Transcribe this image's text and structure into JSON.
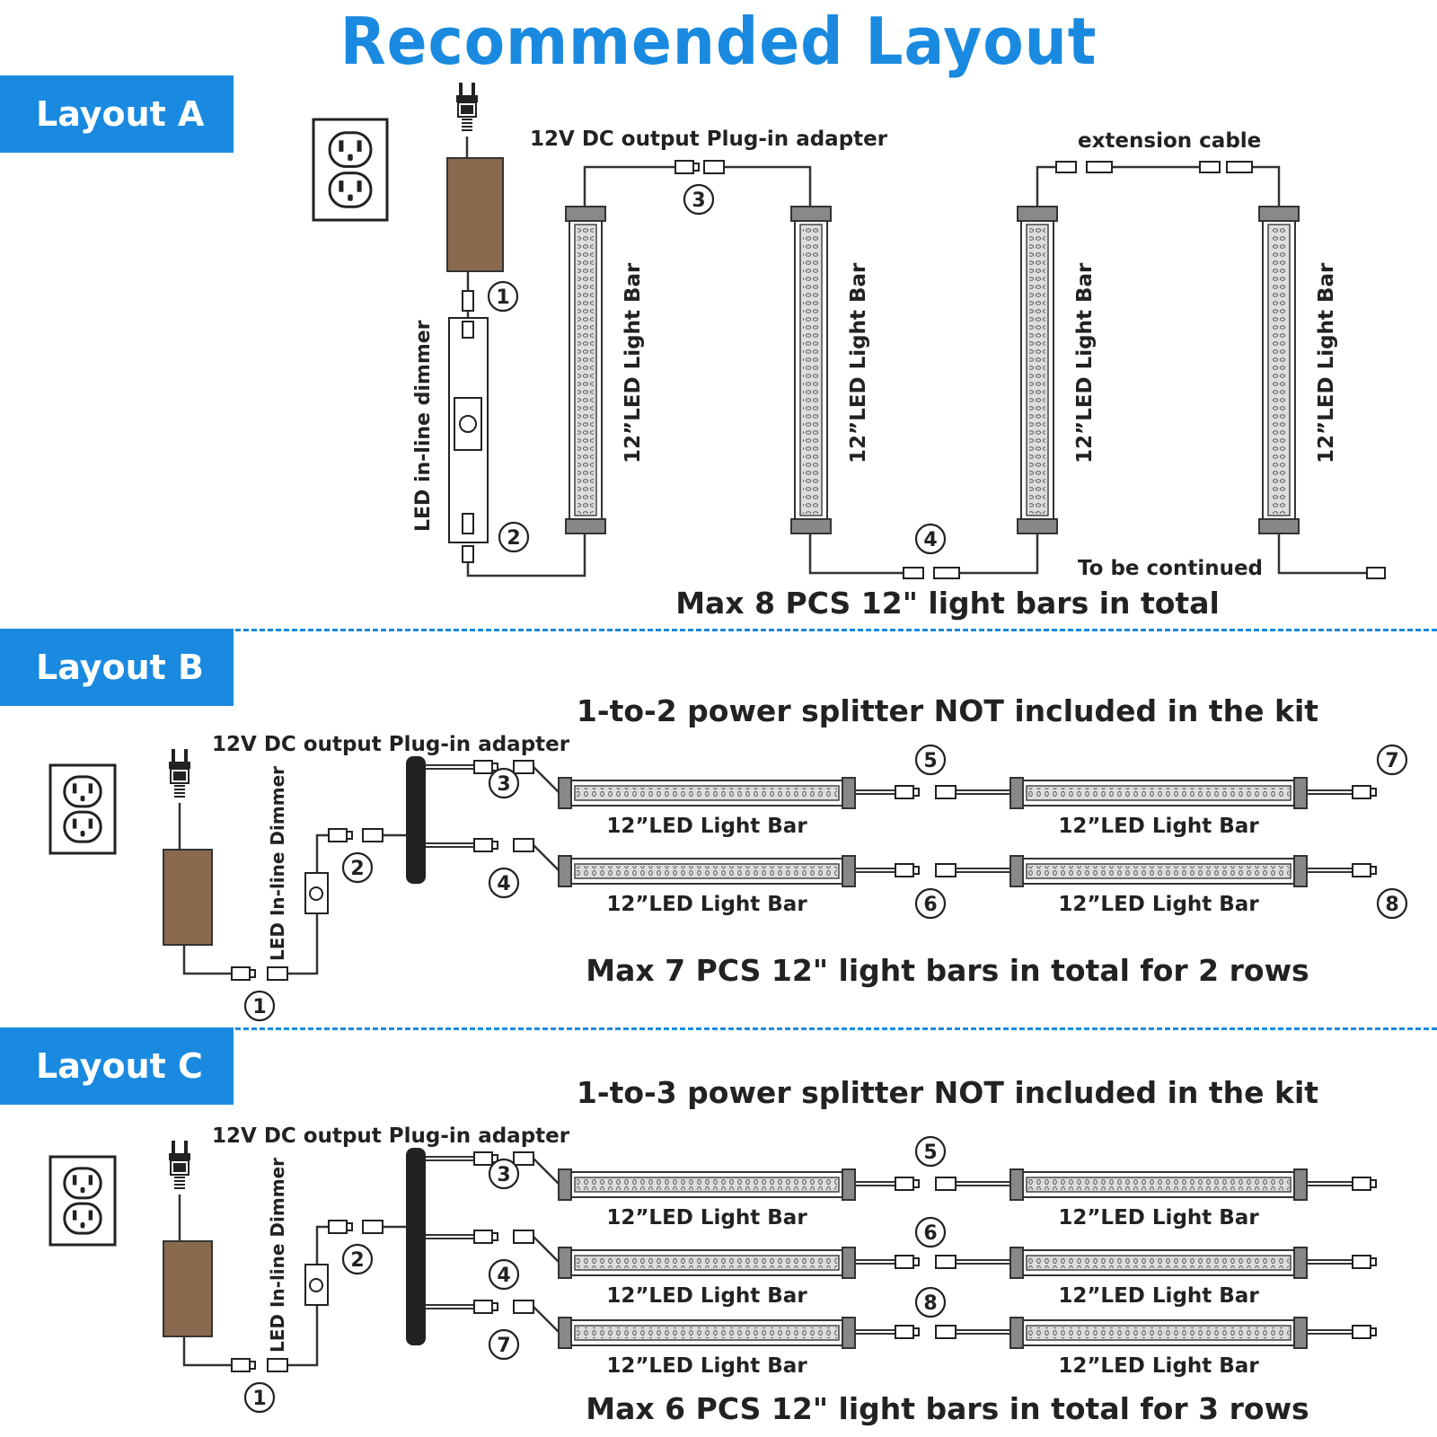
{
  "title": "Recommended Layout",
  "colors": {
    "accent": "#1a8ae0",
    "adapter": "#8a6a4e",
    "bar": "#888888",
    "line": "#333333"
  },
  "icons": [
    "wall-outlet-icon",
    "power-plug-icon",
    "dimmer-knob-icon",
    "splitter-icon"
  ],
  "layout_a": {
    "tag": "Layout A",
    "adapter_label": "12V DC output Plug-in adapter",
    "extension_label": "extension cable",
    "dimmer_label": "LED in-line dimmer",
    "bar_label": "12”LED Light Bar",
    "continued_label": "To be continued",
    "max_label": "Max 8 PCS 12\" light bars in total",
    "markers": [
      "1",
      "2",
      "3",
      "4"
    ]
  },
  "layout_b": {
    "tag": "Layout B",
    "splitter_label": "1-to-2 power splitter NOT included in the kit",
    "adapter_label": "12V DC output Plug-in adapter",
    "dimmer_label": "LED In-line Dimmer",
    "bar_label": "12”LED Light Bar",
    "max_label": "Max 7 PCS 12\" light bars in total for 2 rows",
    "markers": [
      "1",
      "2",
      "3",
      "4",
      "5",
      "6",
      "7",
      "8"
    ]
  },
  "layout_c": {
    "tag": "Layout C",
    "splitter_label": "1-to-3 power splitter NOT included in the kit",
    "adapter_label": "12V DC output Plug-in adapter",
    "dimmer_label": "LED In-line Dimmer",
    "bar_label": "12”LED Light Bar",
    "max_label": "Max 6 PCS 12\" light bars in total for 3 rows",
    "markers": [
      "1",
      "2",
      "3",
      "4",
      "5",
      "6",
      "7",
      "8"
    ]
  }
}
